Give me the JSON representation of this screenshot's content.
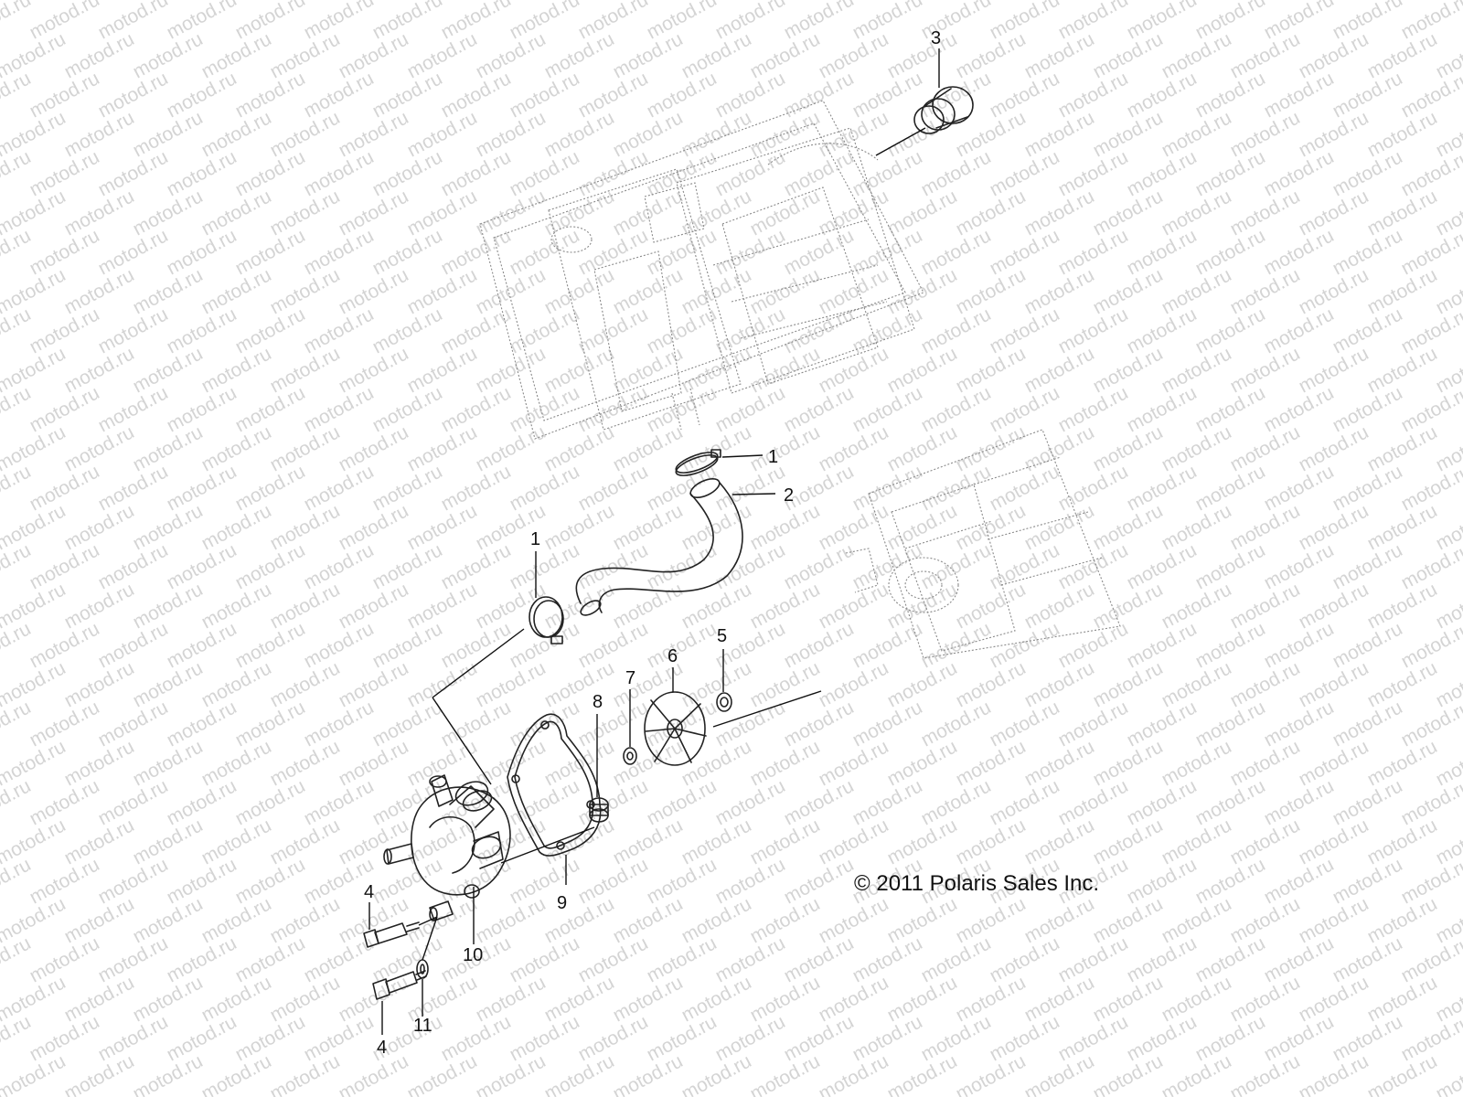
{
  "watermark": {
    "text": "motod.ru"
  },
  "callouts": [
    {
      "id": "callout-3",
      "label": "3"
    },
    {
      "id": "callout-1-upper",
      "label": "1"
    },
    {
      "id": "callout-2",
      "label": "2"
    },
    {
      "id": "callout-1-lower",
      "label": "1"
    },
    {
      "id": "callout-5",
      "label": "5"
    },
    {
      "id": "callout-6",
      "label": "6"
    },
    {
      "id": "callout-7",
      "label": "7"
    },
    {
      "id": "callout-8",
      "label": "8"
    },
    {
      "id": "callout-9",
      "label": "9"
    },
    {
      "id": "callout-4-upper",
      "label": "4"
    },
    {
      "id": "callout-10",
      "label": "10"
    },
    {
      "id": "callout-11",
      "label": "11"
    },
    {
      "id": "callout-4-lower",
      "label": "4"
    }
  ],
  "copyright": "© 2011  Polaris Sales Inc."
}
